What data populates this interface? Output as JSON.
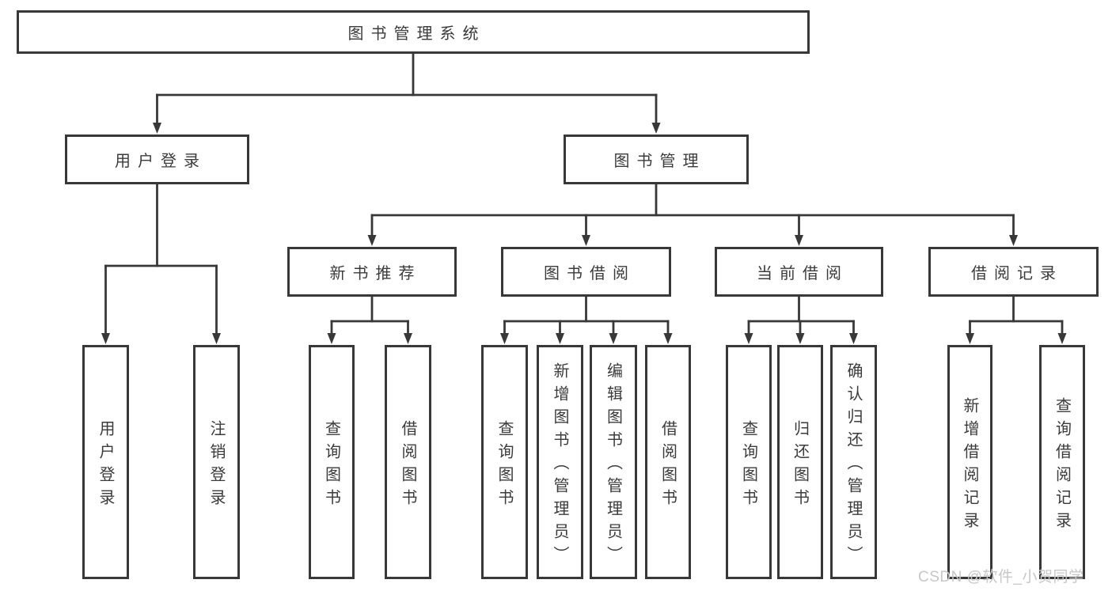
{
  "diagram": {
    "root": "图书管理系统",
    "branches": {
      "user": {
        "label": "用户登录",
        "children": [
          "用户登录",
          "注销登录"
        ]
      },
      "book": {
        "label": "图书管理",
        "groups": [
          {
            "label": "新书推荐",
            "children": [
              "查询图书",
              "借阅图书"
            ]
          },
          {
            "label": "图书借阅",
            "children": [
              "查询图书",
              "新增图书（管理员）",
              "编辑图书（管理员）",
              "借阅图书"
            ]
          },
          {
            "label": "当前借阅",
            "children": [
              "查询图书",
              "归还图书",
              "确认归还（管理员）"
            ]
          },
          {
            "label": "借阅记录",
            "children": [
              "新增借阅记录",
              "查询借阅记录"
            ]
          }
        ]
      }
    }
  },
  "watermark": "CSDN @软件_小贺同学",
  "colors": {
    "line": "#383838",
    "text": "#3b3b3b",
    "watermark": "#c7c7c7",
    "background": "#ffffff"
  }
}
